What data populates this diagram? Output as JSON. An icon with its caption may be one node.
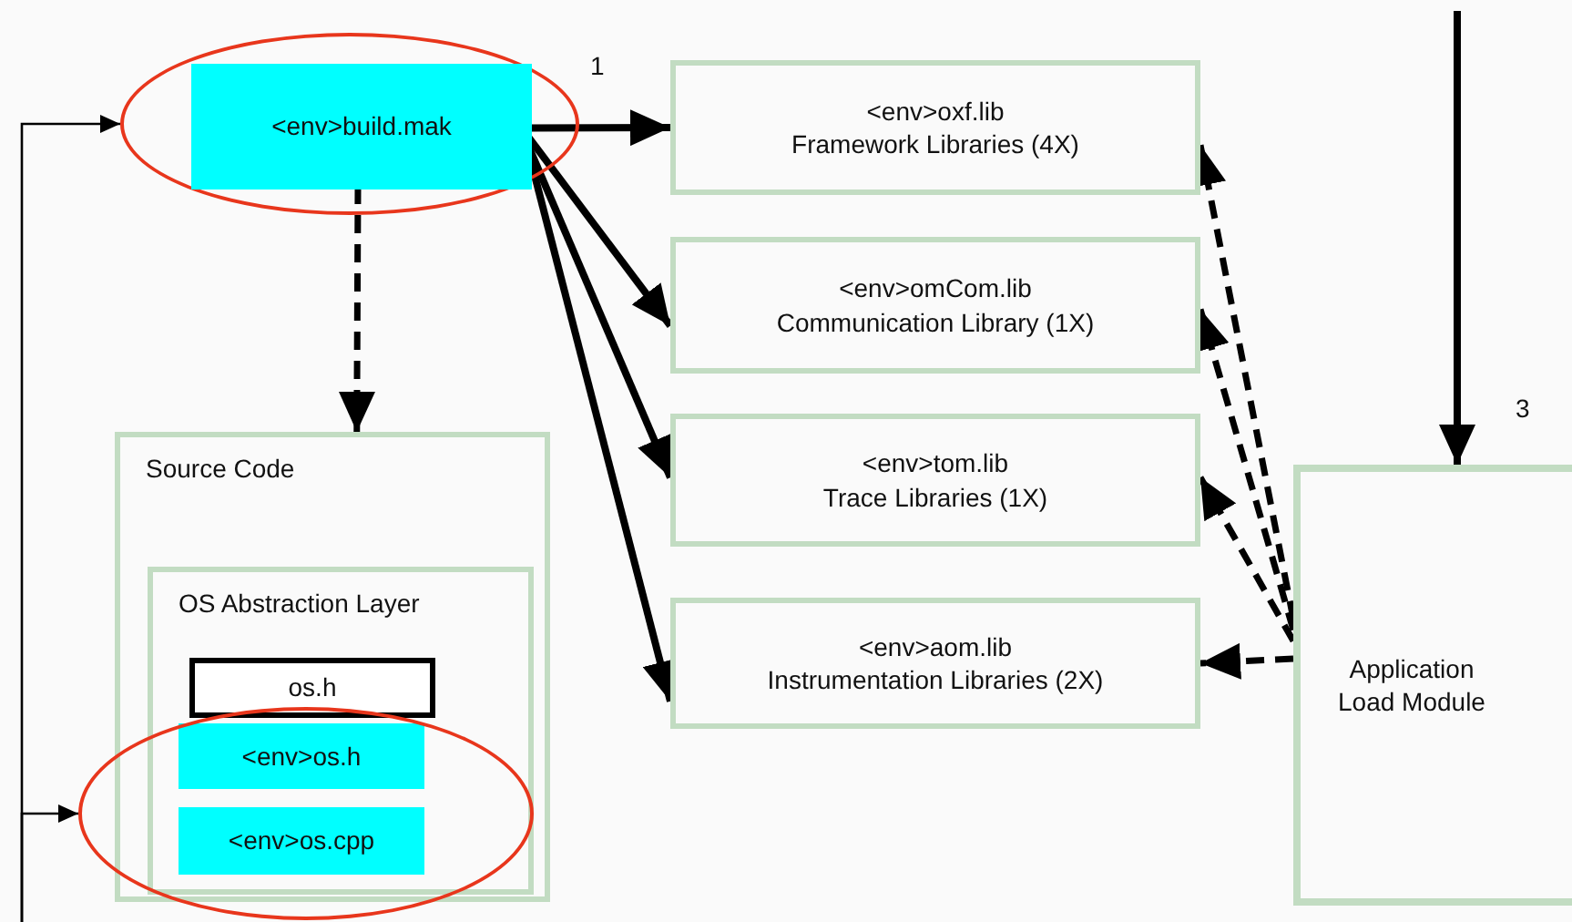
{
  "diagram": {
    "nodes": [
      {
        "text": [],
        "shape": "ellipse"
      },
      {
        "text": [
          "<env>build.mak"
        ],
        "in": 0
      },
      {
        "text": [
          "<env>oxf.lib",
          "Framework Libraries (4X)"
        ]
      },
      {
        "text": [
          "<env>omCom.lib",
          "Communication Library (1X)"
        ]
      },
      {
        "text": [
          "<env>tom.lib",
          "Trace Libraries (1X)"
        ]
      },
      {
        "text": [
          "<env>aom.lib",
          "Instrumentation Libraries (2X)"
        ]
      },
      {
        "text": [
          "Source Code"
        ]
      },
      {
        "text": [
          "OS Abstraction Layer"
        ],
        "in": 6
      },
      {
        "text": [
          "os.h"
        ],
        "in": 7
      },
      {
        "text": [
          "<env>os.h"
        ]
      },
      {
        "text": [
          "<env>os.cpp"
        ]
      },
      {
        "text": [
          "Application Load Module"
        ]
      },
      {
        "text": [],
        "shape": "ellipse"
      }
    ],
    "edges": [
      {
        "from": 1,
        "to": 2,
        "arrow": "to",
        "label": "1"
      },
      {
        "from": 1,
        "to": 3,
        "arrow": "to"
      },
      {
        "from": 1,
        "to": 4,
        "arrow": "to"
      },
      {
        "from": 1,
        "to": 5,
        "arrow": "to"
      },
      {
        "from": 1,
        "to": 6,
        "arrow": "to",
        "style": "dashed"
      },
      {
        "from": 11,
        "to": 2,
        "arrow": "to",
        "style": "dashed"
      },
      {
        "from": 11,
        "to": 3,
        "arrow": "to",
        "style": "dashed"
      },
      {
        "from": 11,
        "to": 4,
        "arrow": "to",
        "style": "dashed"
      },
      {
        "from": 11,
        "to": 5,
        "arrow": "to",
        "style": "dashed"
      },
      {
        "from": null,
        "to": 11,
        "arrow": "to",
        "label": "3"
      },
      {
        "from": null,
        "to": 0,
        "arrow": "to"
      },
      {
        "from": null,
        "to": 12,
        "arrow": "to"
      }
    ]
  }
}
